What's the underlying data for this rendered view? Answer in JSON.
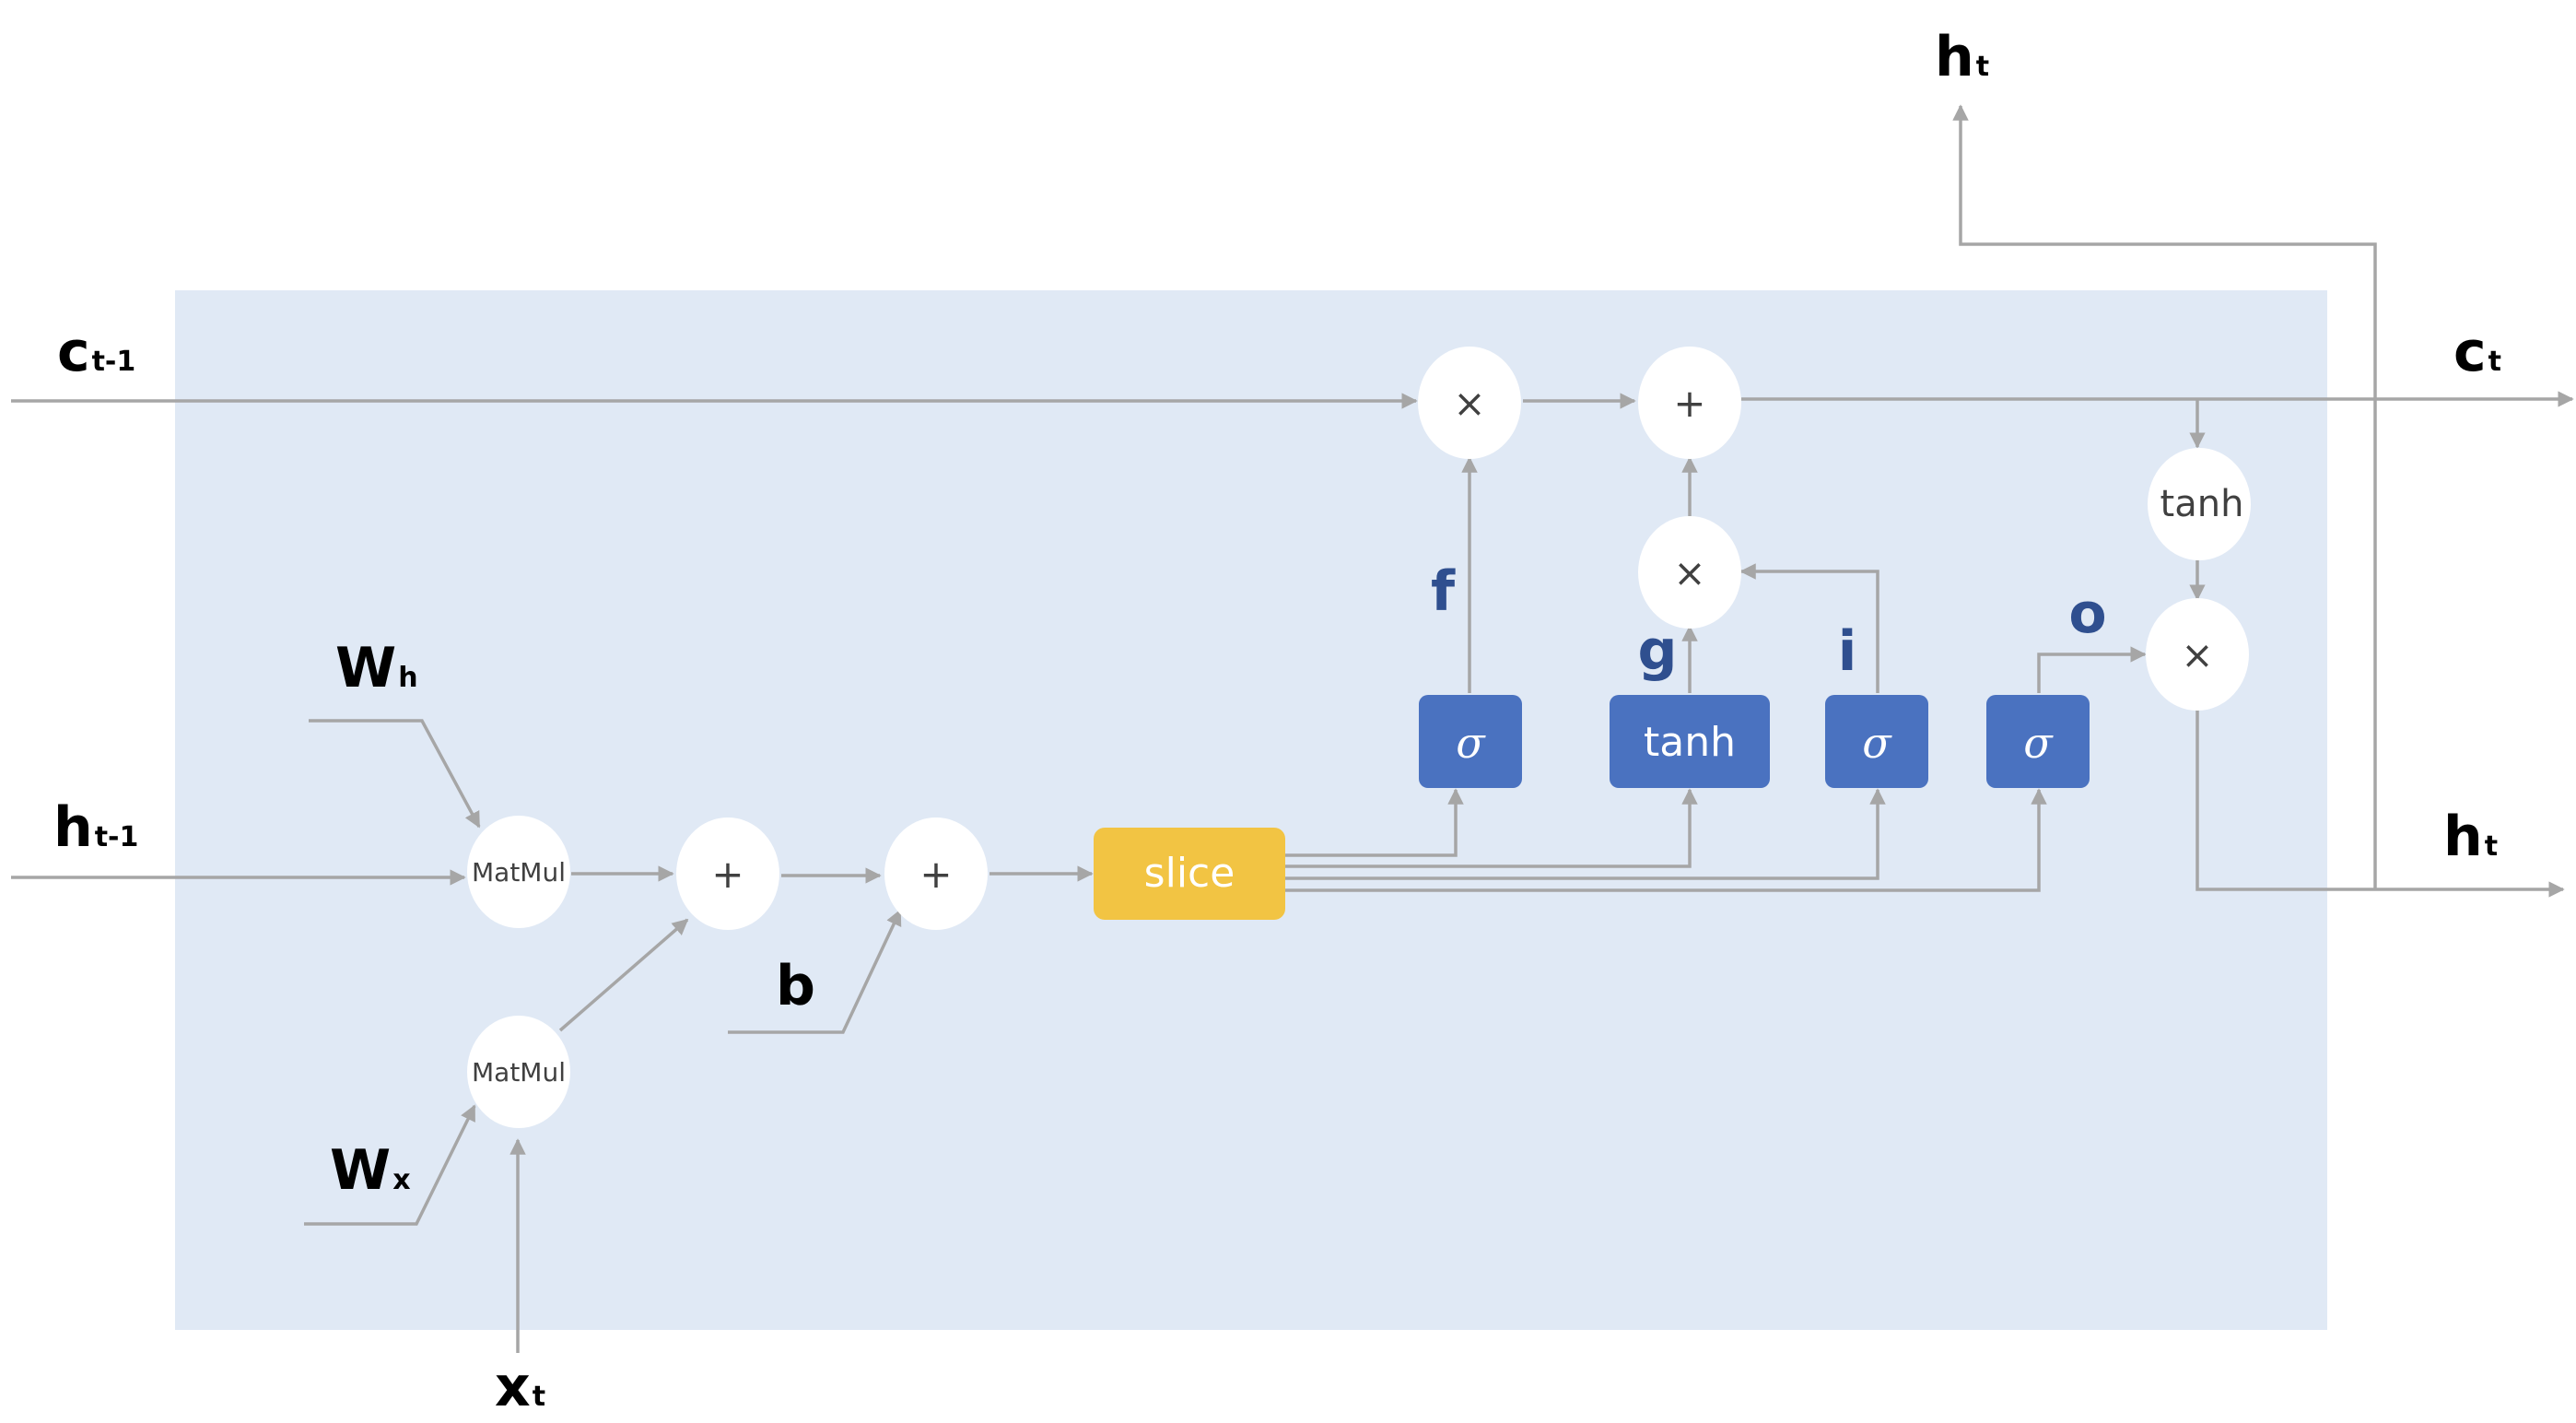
{
  "colors": {
    "panel": "#e0e9f5",
    "gate_box": "#4a72c0",
    "slice_box": "#f2c443",
    "arrow": "#a6a6a6",
    "gate_label": "#2f4f8f"
  },
  "inputs": {
    "c_prev": {
      "base": "c",
      "sub": "t-1"
    },
    "h_prev": {
      "base": "h",
      "sub": "t-1"
    },
    "w_h": {
      "base": "W",
      "sub": "h"
    },
    "w_x": {
      "base": "W",
      "sub": "x"
    },
    "x_t": {
      "base": "x",
      "sub": "t"
    },
    "b": "b"
  },
  "outputs": {
    "c_t": {
      "base": "c",
      "sub": "t"
    },
    "h_t_right": {
      "base": "h",
      "sub": "t"
    },
    "h_t_top": {
      "base": "h",
      "sub": "t"
    }
  },
  "ops": {
    "matmul_h": "MatMul",
    "matmul_x": "MatMul",
    "add_1": "+",
    "add_2": "+",
    "slice": "slice",
    "mul_f": "×",
    "add_c": "+",
    "mul_gi": "×",
    "tanh_c": "tanh",
    "mul_o": "×"
  },
  "gates": {
    "f": {
      "label": "f",
      "activation": "σ"
    },
    "g": {
      "label": "g",
      "activation": "tanh"
    },
    "i": {
      "label": "i",
      "activation": "σ"
    },
    "o": {
      "label": "o",
      "activation": "σ"
    }
  }
}
